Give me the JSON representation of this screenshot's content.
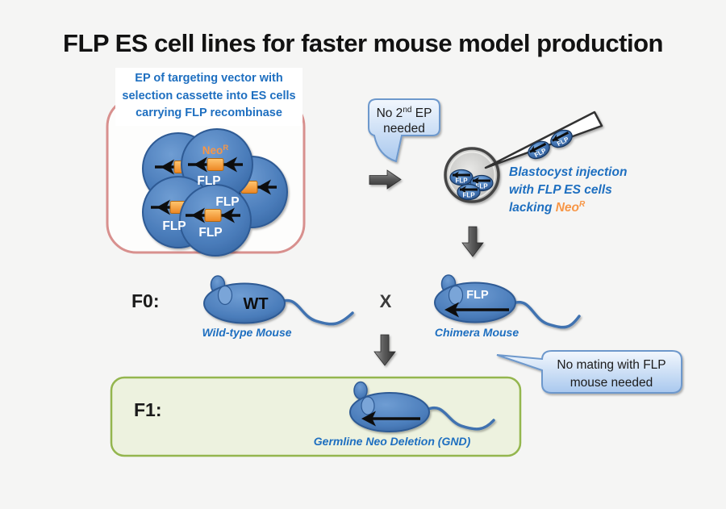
{
  "title": "FLP ES cell lines for faster mouse model production",
  "left_panel": {
    "caption_line1": "EP of targeting vector  with",
    "caption_line2": "selection cassette into ES cells",
    "caption_line3": "carrying FLP recombinase",
    "neo_label": "Neo",
    "neo_sup": "R",
    "cells": {
      "flp_label": "FLP"
    }
  },
  "bubble_no_second_ep": {
    "line1_pre": "No 2",
    "line1_sup": "nd",
    "line1_post": " EP",
    "line2": "needed"
  },
  "injection": {
    "line1": "Blastocyst injection",
    "line2": "with FLP ES cells",
    "line3_pre": "lacking ",
    "line3_neo": "Neo",
    "line3_sup": "R",
    "mini_cell_label": "FLP"
  },
  "f0_row": {
    "generation_label": "F0:",
    "wt_body_label": "WT",
    "wt_caption": "Wild-type Mouse",
    "cross_symbol": "X",
    "chimera_body_label": "FLP",
    "chimera_caption": "Chimera Mouse"
  },
  "bubble_no_mating": {
    "line1": "No mating with FLP",
    "line2": "mouse needed"
  },
  "f1_box": {
    "generation_label": "F1:",
    "caption": "Germline Neo Deletion (GND)"
  },
  "colors": {
    "background": "#f5f5f4",
    "title_text": "#121212",
    "blue_text": "#1e6fc0",
    "orange_accent": "#f79646",
    "cell_blue": "#4a7cba",
    "pink_border": "#d8908e",
    "green_border": "#94b64e",
    "green_fill": "#edf2df",
    "bubble_border": "#6d98cc",
    "arrow_gray": "#4a4a4a"
  }
}
